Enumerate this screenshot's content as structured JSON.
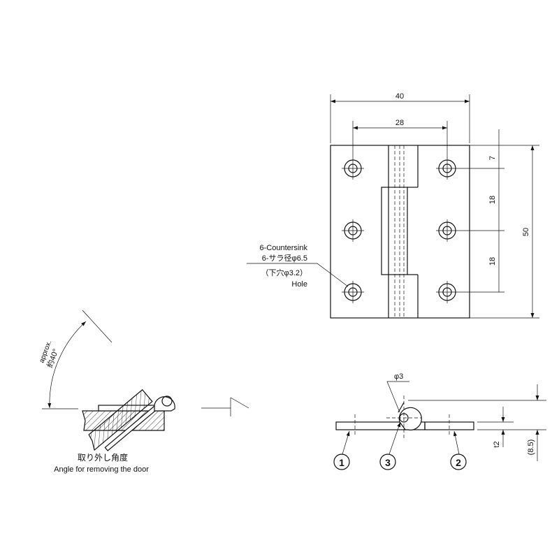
{
  "top_view": {
    "dim_overall_width": "40",
    "dim_hole_pitch_x": "28",
    "dim_top_offset": "7",
    "dim_hole_pitch_y1": "18",
    "dim_hole_pitch_y2": "18",
    "dim_overall_height": "50",
    "hole_callout": {
      "line1": "6-Countersink",
      "line2": "6-サラ径φ6.5",
      "line3": "（下穴φ3.2）",
      "line4": "Hole"
    }
  },
  "side_view": {
    "pin_diameter": "φ3",
    "thickness": "t2",
    "height": "(8.5)",
    "balloons": [
      "1",
      "3",
      "2"
    ]
  },
  "angle_view": {
    "angle_label_en": "approx.",
    "angle_label_jp": "約40°",
    "caption_jp": "取り外し角度",
    "caption_en": "Angle for removing the door"
  }
}
